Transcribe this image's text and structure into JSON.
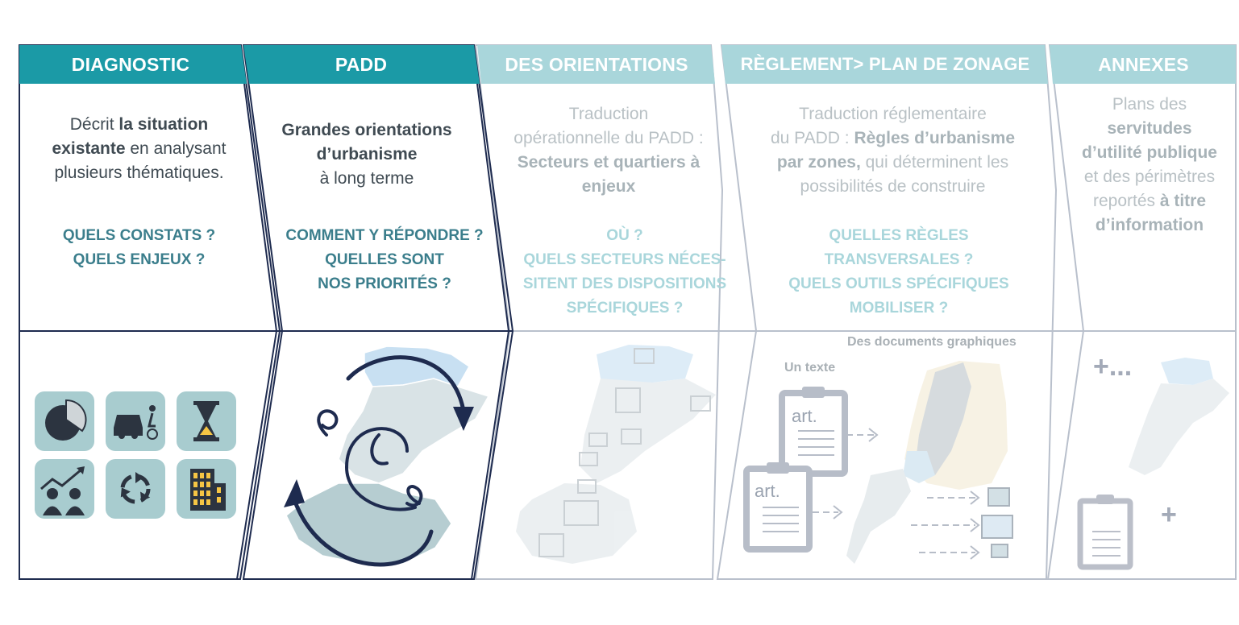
{
  "colors": {
    "header_active": "#1b9aa6",
    "header_faded": "#a9d6db",
    "border_dark": "#1e2b4f",
    "border_faded": "#b9c0cc",
    "icon_tile": "#a8cccf",
    "icon_dark": "#2c3440",
    "accent_yellow": "#f5c544",
    "map_light": "#c8e0f2",
    "map_grey": "#cfdbe0",
    "arrow_navy": "#1e2b4f"
  },
  "columns": [
    {
      "header": "DIAGNOSTIC",
      "desc": [
        {
          "parts": [
            {
              "t": "Décrit ",
              "b": false
            },
            {
              "t": "la situation",
              "b": true
            }
          ]
        },
        {
          "parts": [
            {
              "t": "existante",
              "b": true
            },
            {
              "t": " en analysant",
              "b": false
            }
          ]
        },
        {
          "parts": [
            {
              "t": "plusieurs thématiques.",
              "b": false
            }
          ]
        }
      ],
      "questions": [
        "QUELS CONSTATS ?",
        "QUELS  ENJEUX ?"
      ]
    },
    {
      "header": "PADD",
      "desc": [
        {
          "parts": [
            {
              "t": "Grandes orientations",
              "b": true
            }
          ]
        },
        {
          "parts": [
            {
              "t": "d’urbanisme",
              "b": true
            }
          ]
        },
        {
          "parts": [
            {
              "t": "à long terme",
              "b": false
            }
          ]
        }
      ],
      "questions": [
        "COMMENT Y RÉPONDRE ?",
        "QUELLES SONT",
        "NOS PRIORITÉS ?"
      ]
    },
    {
      "header": "DES ORIENTATIONS",
      "desc": [
        {
          "parts": [
            {
              "t": "Traduction",
              "b": false
            }
          ]
        },
        {
          "parts": [
            {
              "t": "opérationnelle du PADD :",
              "b": false
            }
          ]
        },
        {
          "parts": [
            {
              "t": "Secteurs et quartiers à",
              "b": true
            }
          ]
        },
        {
          "parts": [
            {
              "t": "enjeux",
              "b": true
            }
          ]
        }
      ],
      "questions": [
        "OÙ ?",
        "QUELS SECTEURS NÉCES-",
        "SITENT DES DISPOSITIONS",
        "SPÉCIFIQUES ?"
      ]
    },
    {
      "header": "RÈGLEMENT>  PLAN DE ZONAGE",
      "desc": [
        {
          "parts": [
            {
              "t": "Traduction réglementaire",
              "b": false
            }
          ]
        },
        {
          "parts": [
            {
              "t": "du PADD : ",
              "b": false
            },
            {
              "t": "Règles d’urbanisme",
              "b": true
            }
          ]
        },
        {
          "parts": [
            {
              "t": "par zones,",
              "b": true
            },
            {
              "t": " qui déterminent les",
              "b": false
            }
          ]
        },
        {
          "parts": [
            {
              "t": "possibilités de construire",
              "b": false
            }
          ]
        }
      ],
      "questions": [
        "QUELLES RÈGLES",
        "TRANSVERSALES ?",
        "QUELS OUTILS SPÉCIFIQUES",
        "MOBILISER ?"
      ]
    },
    {
      "header": "ANNEXES",
      "desc": [
        {
          "parts": [
            {
              "t": "Plans des",
              "b": false
            }
          ]
        },
        {
          "parts": [
            {
              "t": "servitudes",
              "b": true
            }
          ]
        },
        {
          "parts": [
            {
              "t": "d’utilité publique",
              "b": true
            }
          ]
        },
        {
          "parts": [
            {
              "t": "et des périmètres",
              "b": false
            }
          ]
        },
        {
          "parts": [
            {
              "t": "reportés ",
              "b": false
            },
            {
              "t": "à titre",
              "b": true
            }
          ]
        },
        {
          "parts": [
            {
              "t": "d’information",
              "b": true
            }
          ]
        }
      ],
      "questions": []
    }
  ],
  "reglement": {
    "graphics_label": "Des documents graphiques",
    "text_label": "Un texte",
    "doc_label": "art."
  },
  "annexes": {
    "plus_dots": "+...",
    "plus": "+"
  },
  "icons": [
    "pie-chart-icon",
    "car-bike-icon",
    "hourglass-icon",
    "population-growth-icon",
    "recycle-icon",
    "building-icon"
  ]
}
